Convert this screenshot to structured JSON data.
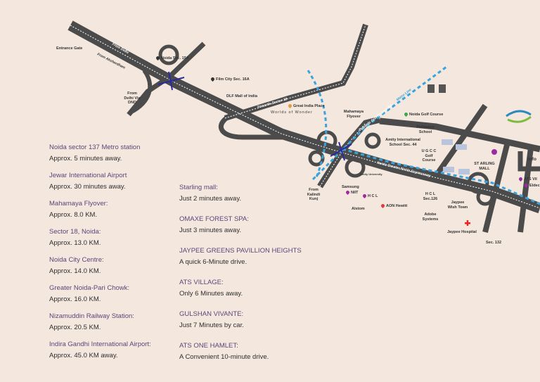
{
  "colors": {
    "background": "#f4e8de",
    "road": "#4b4b4b",
    "metro": "#3aa3dc",
    "title": "#5d4479",
    "text": "#2e2e2e"
  },
  "map_labels": {
    "entrance_gate": "Entrance Gate",
    "from_akshardham": "From Akshardham",
    "from_delhi": "From Delhi",
    "noida_sec_15a": "Noida Sec. 15A",
    "film_city": "Film City Sec. 16A",
    "from_delhi_dnd": "From Delhi Via DND",
    "dlf_mall": "DLF Mall of India",
    "towards_sector_18": "Towards Sector 18",
    "great_india_place": "Great India Place",
    "worlds_of_wonder": "Worlds of Wonder",
    "mahamaya_flyover": "Mahamaya Flyover",
    "noida_golf_course": "Noida Golf Course",
    "pathways_school": "Pathways School",
    "amity_school": "Amity International School Sec. 44",
    "ugcc": "U G C C Golf Course",
    "amity_university": "Amity University",
    "from_kalindi_kunj": "From Kalindi Kunj",
    "samsung": "Samsung",
    "niit": "NIIT",
    "hcl": "H C L",
    "alstom": "Alstom",
    "aon_hewitt": "AON Hewitt",
    "hcl_126": "H C L Sec.126",
    "adobe": "Adobe Systems",
    "jaypee_wish_town": "Jaypee Wish Town",
    "jaypee_hospital": "Jaypee Hospital",
    "sec_132": "Sec. 132",
    "starling_mall": "ST ARLING MALL",
    "ats_village": "ATS Vil",
    "eldeco": "Eldec",
    "info": "Info",
    "expressway": "Noida Greater Noida Expressway",
    "golf_course_rd": "Towards Golf Course Rd",
    "metro_line": "Metro Line"
  },
  "left_list": [
    {
      "title": "Noida sector 137 Metro station",
      "detail": "Approx. 5 minutes away."
    },
    {
      "title": "Jewar International Airport",
      "detail": "Approx. 30 minutes away."
    },
    {
      "title": "Mahamaya Flyover:",
      "detail": "Approx. 8.0 KM."
    },
    {
      "title": "Sector 18, Noida:",
      "detail": "Approx. 13.0 KM."
    },
    {
      "title": "Noida City Centre:",
      "detail": "Approx. 14.0 KM."
    },
    {
      "title": "Greater Noida-Pari Chowk:",
      "detail": "Approx. 16.0 KM."
    },
    {
      "title": "Nizamuddin Railway Station:",
      "detail": "Approx. 20.5 KM."
    },
    {
      "title": "Indira Gandhi International Airport:",
      "detail": "Approx. 45.0 KM away."
    }
  ],
  "right_list": [
    {
      "title": "Starling mall:",
      "detail": "Just 2 minutes away."
    },
    {
      "title": "OMAXE FOREST SPA:",
      "detail": "Just 3 minutes away."
    },
    {
      "title": "JAYPEE GREENS PAVILLION HEIGHTS",
      "detail": "A quick 6-Minute drive."
    },
    {
      "title": "ATS VILLAGE:",
      "detail": "Only 6 Minutes away."
    },
    {
      "title": "GULSHAN VIVANTE:",
      "detail": "Just 7 Minutes by car."
    },
    {
      "title": "ATS ONE HAMLET:",
      "detail": "A Convenient 10-minute drive."
    }
  ]
}
